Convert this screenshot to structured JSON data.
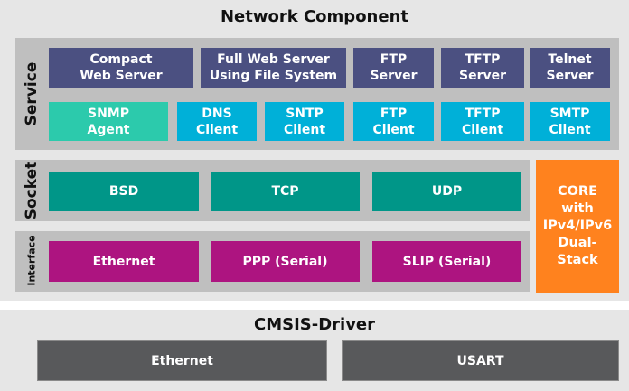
{
  "network_component": {
    "title": "Network Component",
    "service": {
      "label": "Service",
      "row1": [
        "Compact\nWeb Server",
        "Full Web Server\nUsing File System",
        "FTP\nServer",
        "TFTP\nServer",
        "Telnet\nServer"
      ],
      "row2": [
        "SNMP\nAgent",
        "DNS\nClient",
        "SNTP\nClient",
        "FTP\nClient",
        "TFTP\nClient",
        "SMTP\nClient"
      ]
    },
    "socket": {
      "label": "Socket",
      "items": [
        "BSD",
        "TCP",
        "UDP"
      ]
    },
    "interface": {
      "label": "Interface",
      "items": [
        "Ethernet",
        "PPP (Serial)",
        "SLIP (Serial)"
      ]
    },
    "core": {
      "label": "CORE\nwith\nIPv4/IPv6\nDual-\nStack"
    }
  },
  "cmsis_driver": {
    "title": "CMSIS-Driver",
    "items": [
      "Ethernet",
      "USART"
    ]
  },
  "colors": {
    "server": "#4b5081",
    "snmp": "#2ccaac",
    "client": "#00b0d8",
    "socket": "#009688",
    "interface": "#ad1480",
    "core": "#ff821e",
    "driver": "#58595b"
  }
}
